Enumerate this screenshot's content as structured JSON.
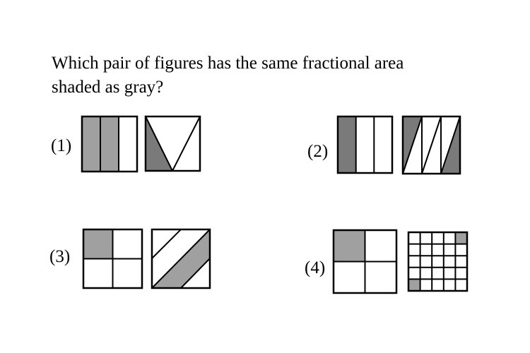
{
  "question": {
    "line1": "Which pair of figures has the same fractional area",
    "line2": "shaded as gray?"
  },
  "options": [
    {
      "label": "(1)"
    },
    {
      "label": "(2)"
    },
    {
      "label": "(3)"
    },
    {
      "label": "(4)"
    }
  ],
  "colors": {
    "light_gray": "#a0a0a0",
    "dark_gray": "#7a7a7a",
    "outline": "#000000"
  }
}
